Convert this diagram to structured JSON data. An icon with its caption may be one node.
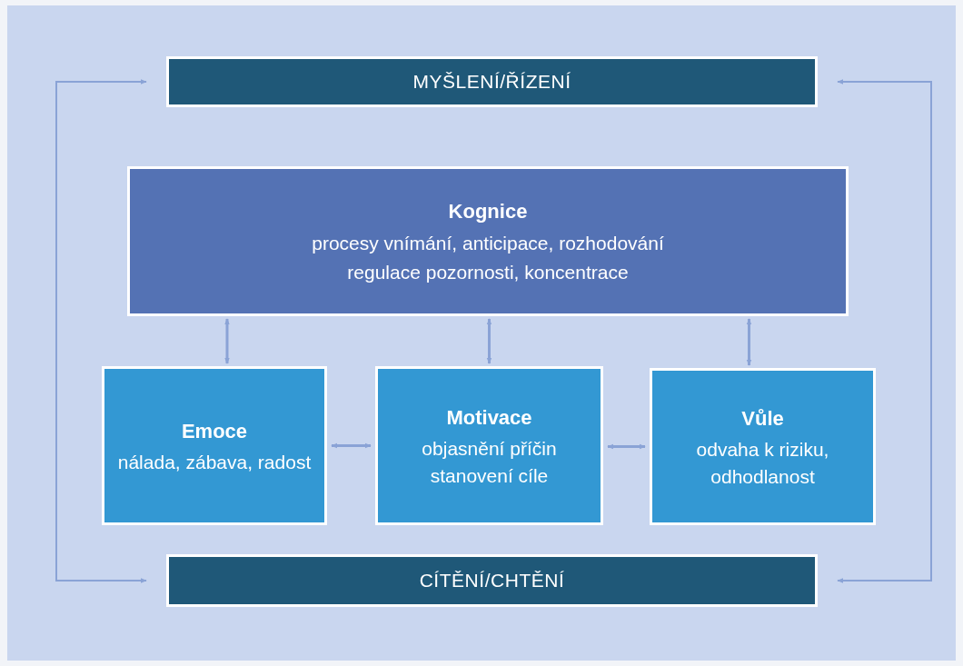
{
  "diagram": {
    "nodes": [
      {
        "text": [
          "MYŠLENÍ/ŘÍZENÍ"
        ]
      },
      {
        "text": [
          "Kognice",
          "procesy vnímání, anticipace, rozhodování",
          "regulace pozornosti, koncentrace"
        ]
      },
      {
        "text": [
          "Emoce",
          "nálada, zábava, radost"
        ]
      },
      {
        "text": [
          "Motivace",
          "objasnění příčin",
          "stanovení cíle"
        ]
      },
      {
        "text": [
          "Vůle",
          "odvaha k riziku, odhodlanost"
        ]
      },
      {
        "text": [
          "CÍTĚNÍ/CHTĚNÍ"
        ]
      }
    ],
    "edges": [
      {
        "from": 1,
        "to": 2,
        "arrow": "both"
      },
      {
        "from": 1,
        "to": 3,
        "arrow": "both"
      },
      {
        "from": 1,
        "to": 4,
        "arrow": "both"
      },
      {
        "from": 2,
        "to": 3,
        "arrow": "both"
      },
      {
        "from": 3,
        "to": 4,
        "arrow": "both"
      },
      {
        "from": 0,
        "to": 5,
        "arrow": "both"
      },
      {
        "from": 0,
        "to": 5,
        "arrow": "both"
      }
    ]
  }
}
